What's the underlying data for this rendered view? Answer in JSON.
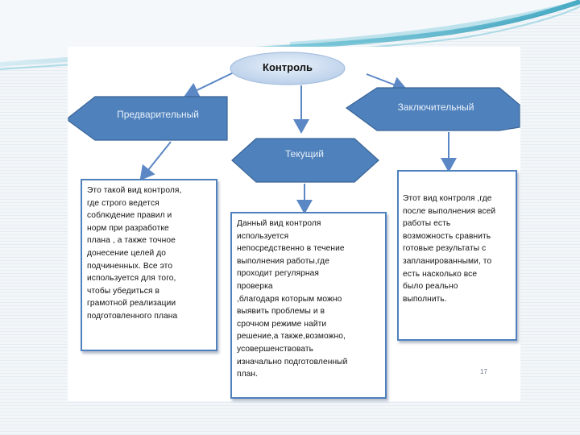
{
  "diagram": {
    "root": {
      "label": "Контроль"
    },
    "nodes": [
      {
        "id": "preliminary",
        "label": "Предварительный"
      },
      {
        "id": "current",
        "label": "Текущий"
      },
      {
        "id": "final",
        "label": "Заключительный"
      }
    ],
    "boxes": [
      {
        "id": "preliminary-desc",
        "text": "Это такой вид  контроля,\nгде строго ведется\nсоблюдение правил и\nнорм при разработке\nплана , а также точное\nдонесение целей до\nподчиненных. Все это\nиспользуется для того,\nчтобы убедиться в\nграмотной реализации\nподготовленного плана"
      },
      {
        "id": "current-desc",
        "text": "Данный  вид контроля\nиспользуется\nнепосредственно в течение\nвыполнения работы,где\nпроходит регулярная\nпроверка\n,благодаря которым можно\nвыявить проблемы и в\nсрочном режиме найти\nрешение,а также,возможно,\nусовершенствовать\nизначально подготовленный\nплан."
      },
      {
        "id": "final-desc",
        "text": "Этот вид контроля ,где\nпосле выполнения всей\nработы есть\nвозможность сравнить\nготовые результаты с\nзапланированными, то\nесть насколько все\nбыло реально\nвыполнить."
      }
    ],
    "page_number": "17"
  },
  "colors": {
    "node_fill": "#4f81bd",
    "node_stroke": "#3a6596",
    "root_fill": "#c6d9f1",
    "box_border": "#4f81bd",
    "arrow": "#5b87c5"
  }
}
